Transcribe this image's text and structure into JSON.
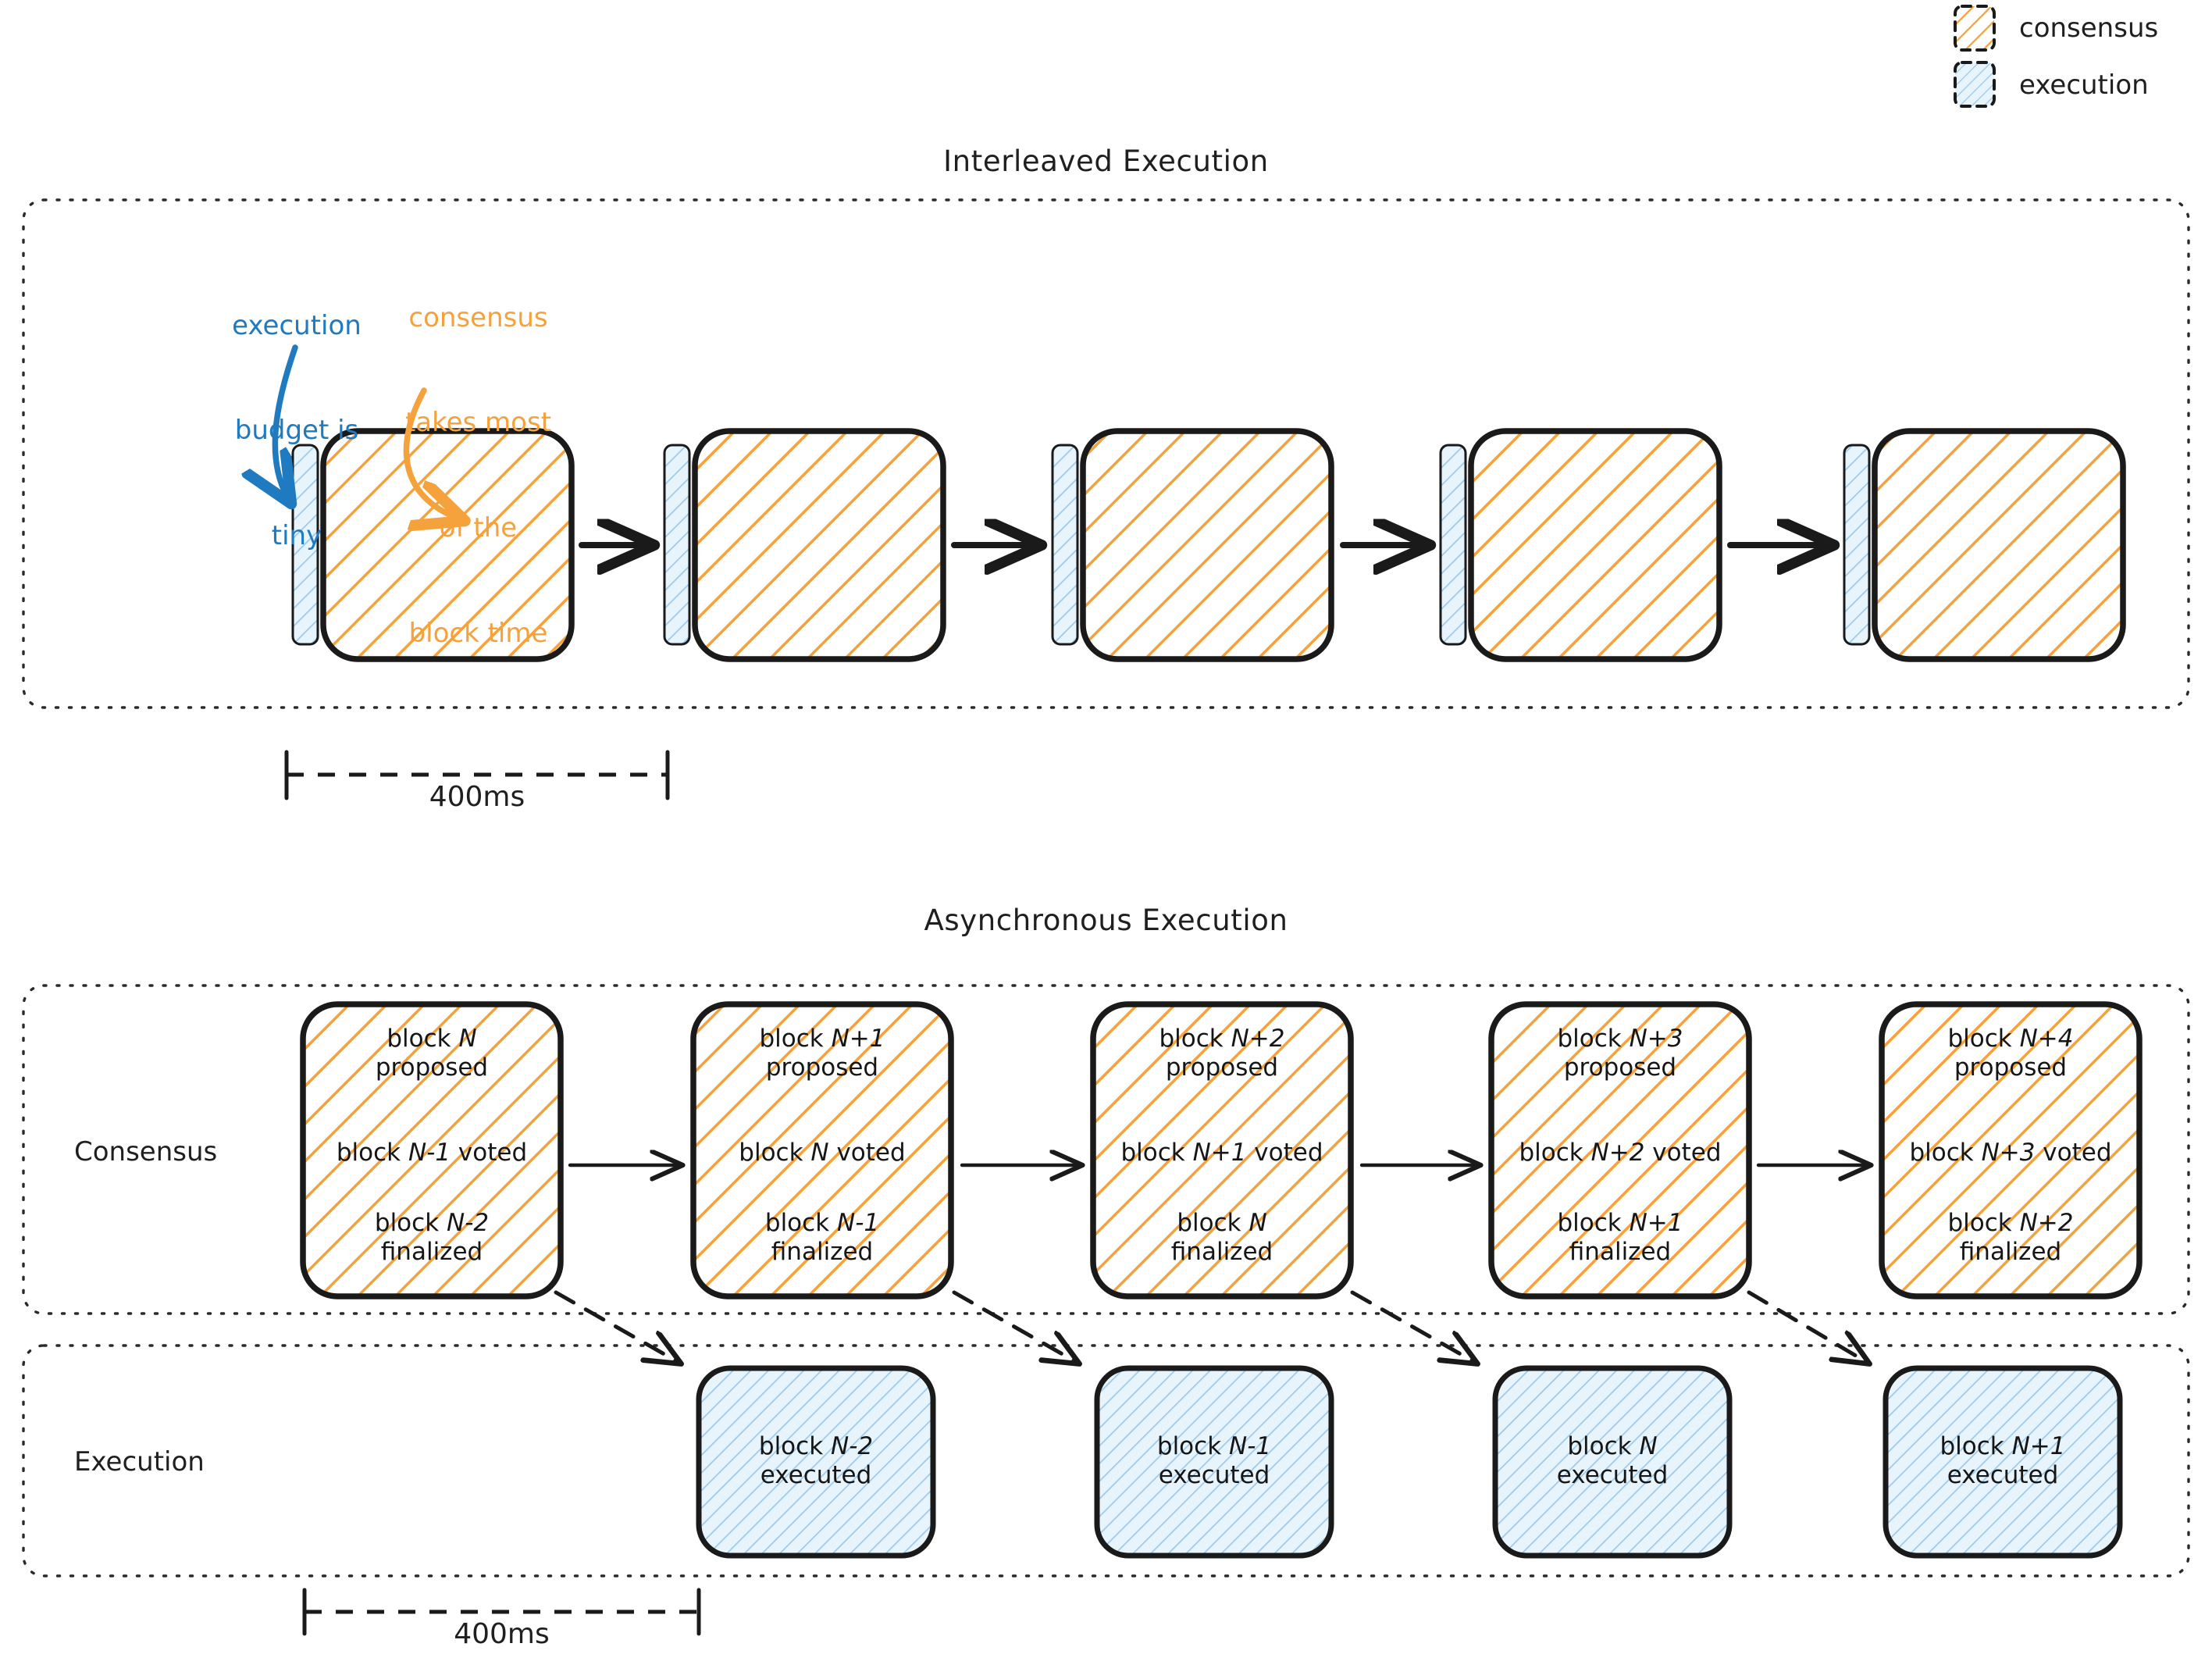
{
  "legend": {
    "items": [
      {
        "key": "consensus",
        "label": "consensus",
        "color": "#f5a13c",
        "fill": "#ffffff"
      },
      {
        "key": "execution",
        "label": "execution",
        "color": "#9cc9ea",
        "fill": "#e8f4fb"
      }
    ]
  },
  "sections": [
    {
      "id": "interleaved",
      "title": "Interleaved Execution",
      "dimension": {
        "label": "400ms"
      },
      "annotations": [
        {
          "id": "execution-budget",
          "color": "#1f7ac0",
          "lines": [
            "execution",
            "budget is",
            "tiny"
          ]
        },
        {
          "id": "consensus-share",
          "color": "#f5a13c",
          "lines": [
            "consensus",
            "takes most",
            "of the",
            "block time"
          ]
        }
      ],
      "slots": [
        {
          "execution_sliver": true,
          "consensus_block": true
        },
        {
          "execution_sliver": true,
          "consensus_block": true
        },
        {
          "execution_sliver": true,
          "consensus_block": true
        },
        {
          "execution_sliver": true,
          "consensus_block": true
        },
        {
          "execution_sliver": true,
          "consensus_block": true
        }
      ]
    },
    {
      "id": "asynchronous",
      "title": "Asynchronous Execution",
      "dimension": {
        "label": "400ms"
      },
      "rows": [
        {
          "id": "consensus-row",
          "label": "Consensus",
          "blocks": [
            {
              "lines": [
                "block N",
                "proposed"
              ],
              "mid": [
                "block N-1 voted"
              ],
              "bottom": [
                "block N-2",
                "finalized"
              ]
            },
            {
              "lines": [
                "block N+1",
                "proposed"
              ],
              "mid": [
                "block N voted"
              ],
              "bottom": [
                "block N-1",
                "finalized"
              ]
            },
            {
              "lines": [
                "block N+2",
                "proposed"
              ],
              "mid": [
                "block N+1 voted"
              ],
              "bottom": [
                "block N",
                "finalized"
              ]
            },
            {
              "lines": [
                "block N+3",
                "proposed"
              ],
              "mid": [
                "block N+2 voted"
              ],
              "bottom": [
                "block N+1",
                "finalized"
              ]
            },
            {
              "lines": [
                "block N+4",
                "proposed"
              ],
              "mid": [
                "block N+3 voted"
              ],
              "bottom": [
                "block N+2",
                "finalized"
              ]
            }
          ]
        },
        {
          "id": "execution-row",
          "label": "Execution",
          "blocks": [
            {
              "lines": [
                "block N-2",
                "executed"
              ]
            },
            {
              "lines": [
                "block N-1",
                "executed"
              ]
            },
            {
              "lines": [
                "block N",
                "executed"
              ]
            },
            {
              "lines": [
                "block N+1",
                "executed"
              ]
            }
          ]
        }
      ]
    }
  ],
  "colors": {
    "consensus_hatch": "#f5a13c",
    "execution_hatch": "#9cc9ea",
    "execution_fill": "#e8f4fb",
    "stroke": "#1a1a1a",
    "annotation_blue": "#1f7ac0",
    "annotation_orange": "#f5a13c"
  }
}
